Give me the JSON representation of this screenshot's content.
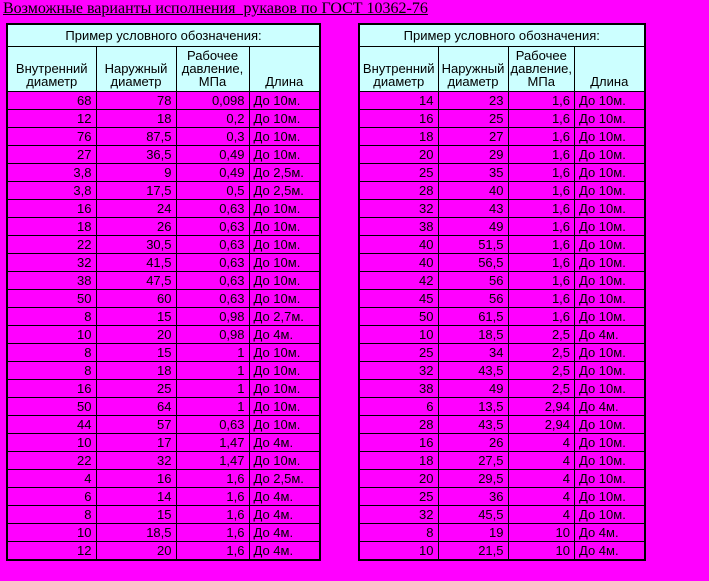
{
  "page": {
    "title": "Возможные варианты исполнения  рукавов по ГОСТ 10362-76",
    "background_color": "#FF00FF",
    "header_cell_color": "#CCFFFF",
    "border_color": "#000000",
    "text_color": "#000000"
  },
  "tables": [
    {
      "caption": "Пример условного обозначения:",
      "columns": [
        "Внутренний диаметр",
        "Наружный диаметр",
        "Рабочее давление, МПа",
        "Длина"
      ],
      "rows": [
        [
          "68",
          "78",
          "0,098",
          "До 10м."
        ],
        [
          "12",
          "18",
          "0,2",
          "До 10м."
        ],
        [
          "76",
          "87,5",
          "0,3",
          "До 10м."
        ],
        [
          "27",
          "36,5",
          "0,49",
          "До 10м."
        ],
        [
          "3,8",
          "9",
          "0,49",
          "До 2,5м."
        ],
        [
          "3,8",
          "17,5",
          "0,5",
          "До 2,5м."
        ],
        [
          "16",
          "24",
          "0,63",
          "До 10м."
        ],
        [
          "18",
          "26",
          "0,63",
          "До 10м."
        ],
        [
          "22",
          "30,5",
          "0,63",
          "До 10м."
        ],
        [
          "32",
          "41,5",
          "0,63",
          "До 10м."
        ],
        [
          "38",
          "47,5",
          "0,63",
          "До 10м."
        ],
        [
          "50",
          "60",
          "0,63",
          "До 10м."
        ],
        [
          "8",
          "15",
          "0,98",
          "До 2,7м."
        ],
        [
          "10",
          "20",
          "0,98",
          "До 4м."
        ],
        [
          "8",
          "15",
          "1",
          "До 10м."
        ],
        [
          "8",
          "18",
          "1",
          "До 10м."
        ],
        [
          "16",
          "25",
          "1",
          "До 10м."
        ],
        [
          "50",
          "64",
          "1",
          "До 10м."
        ],
        [
          "44",
          "57",
          "0,63",
          "До 10м."
        ],
        [
          "10",
          "17",
          "1,47",
          "До 4м."
        ],
        [
          "22",
          "32",
          "1,47",
          "До 10м."
        ],
        [
          "4",
          "16",
          "1,6",
          "До 2,5м."
        ],
        [
          "6",
          "14",
          "1,6",
          "До 4м."
        ],
        [
          "8",
          "15",
          "1,6",
          "До 4м."
        ],
        [
          "10",
          "18,5",
          "1,6",
          "До 4м."
        ],
        [
          "12",
          "20",
          "1,6",
          "До 4м."
        ]
      ]
    },
    {
      "caption": "Пример условного обозначения:",
      "columns": [
        "Внутренний диаметр",
        "Наружный диаметр",
        "Рабочее давление, МПа",
        "Длина"
      ],
      "rows": [
        [
          "14",
          "23",
          "1,6",
          "До 10м."
        ],
        [
          "16",
          "25",
          "1,6",
          "До 10м."
        ],
        [
          "18",
          "27",
          "1,6",
          "До 10м."
        ],
        [
          "20",
          "29",
          "1,6",
          "До 10м."
        ],
        [
          "25",
          "35",
          "1,6",
          "До 10м."
        ],
        [
          "28",
          "40",
          "1,6",
          "До 10м."
        ],
        [
          "32",
          "43",
          "1,6",
          "До 10м."
        ],
        [
          "38",
          "49",
          "1,6",
          "До 10м."
        ],
        [
          "40",
          "51,5",
          "1,6",
          "До 10м."
        ],
        [
          "40",
          "56,5",
          "1,6",
          "До 10м."
        ],
        [
          "42",
          "56",
          "1,6",
          "До 10м."
        ],
        [
          "45",
          "56",
          "1,6",
          "До 10м."
        ],
        [
          "50",
          "61,5",
          "1,6",
          "До 10м."
        ],
        [
          "10",
          "18,5",
          "2,5",
          "До 4м."
        ],
        [
          "25",
          "34",
          "2,5",
          "До 10м."
        ],
        [
          "32",
          "43,5",
          "2,5",
          "До 10м."
        ],
        [
          "38",
          "49",
          "2,5",
          "До 10м."
        ],
        [
          "6",
          "13,5",
          "2,94",
          "До 4м."
        ],
        [
          "28",
          "43,5",
          "2,94",
          "До 10м."
        ],
        [
          "16",
          "26",
          "4",
          "До 10м."
        ],
        [
          "18",
          "27,5",
          "4",
          "До 10м."
        ],
        [
          "20",
          "29,5",
          "4",
          "До 10м."
        ],
        [
          "25",
          "36",
          "4",
          "До 10м."
        ],
        [
          "32",
          "45,5",
          "4",
          "До 10м."
        ],
        [
          "8",
          "19",
          "10",
          "До 4м."
        ],
        [
          "10",
          "21,5",
          "10",
          "До 4м."
        ]
      ]
    }
  ]
}
